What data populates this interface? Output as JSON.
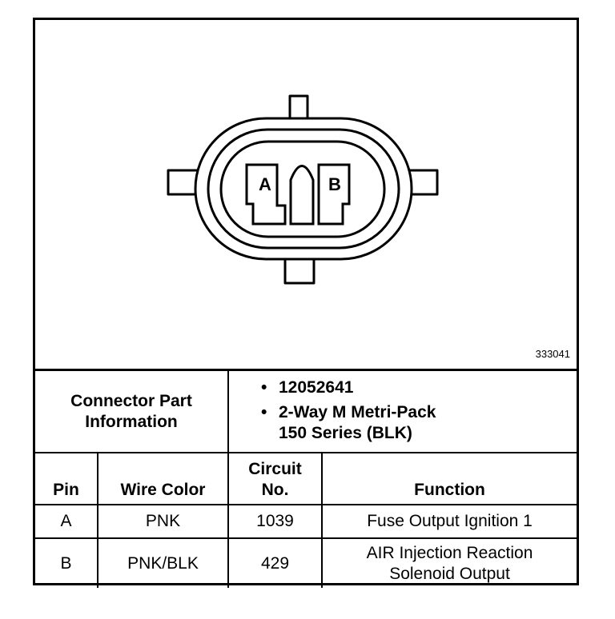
{
  "figure": {
    "id": "333041",
    "cavity_labels": [
      "A",
      "B"
    ]
  },
  "connector_info": {
    "label_line1": "Connector Part",
    "label_line2": "Information",
    "items": [
      [
        "12052641"
      ],
      [
        "2-Way M Metri-Pack",
        "150 Series (BLK)"
      ]
    ]
  },
  "pin_table": {
    "headers": {
      "pin": "Pin",
      "wire_color": "Wire Color",
      "circuit_line1": "Circuit",
      "circuit_line2": "No.",
      "function": "Function"
    },
    "rows": [
      {
        "pin": "A",
        "wire_color": "PNK",
        "circuit": "1039",
        "function": [
          "Fuse Output Ignition 1"
        ]
      },
      {
        "pin": "B",
        "wire_color": "PNK/BLK",
        "circuit": "429",
        "function": [
          "AIR Injection Reaction",
          "Solenoid Output"
        ]
      }
    ]
  }
}
